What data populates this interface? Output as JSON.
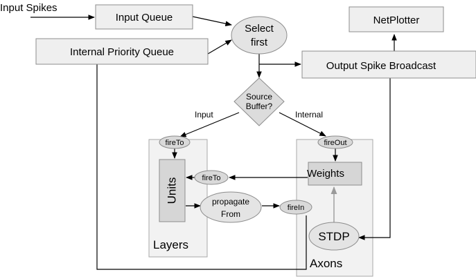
{
  "nodes": {
    "input_spikes": "Input Spikes",
    "input_queue": "Input Queue",
    "internal_priority_queue": "Internal Priority Queue",
    "select_first_line1": "Select",
    "select_first_line2": "first",
    "netplotter": "NetPlotter",
    "output_spike_broadcast": "Output Spike Broadcast",
    "source_buffer_line1": "Source",
    "source_buffer_line2": "Buffer?",
    "branch_input": "Input",
    "branch_internal": "Internal",
    "fire_to_layers": "fireTo",
    "fire_out": "fireOut",
    "units": "Units",
    "fire_to_weights": "fireTo",
    "weights": "Weights",
    "propagate_line1": "propagate",
    "propagate_line2": "From",
    "fire_in": "fireIn",
    "stdp": "STDP",
    "layers": "Layers",
    "axons": "Axons"
  }
}
